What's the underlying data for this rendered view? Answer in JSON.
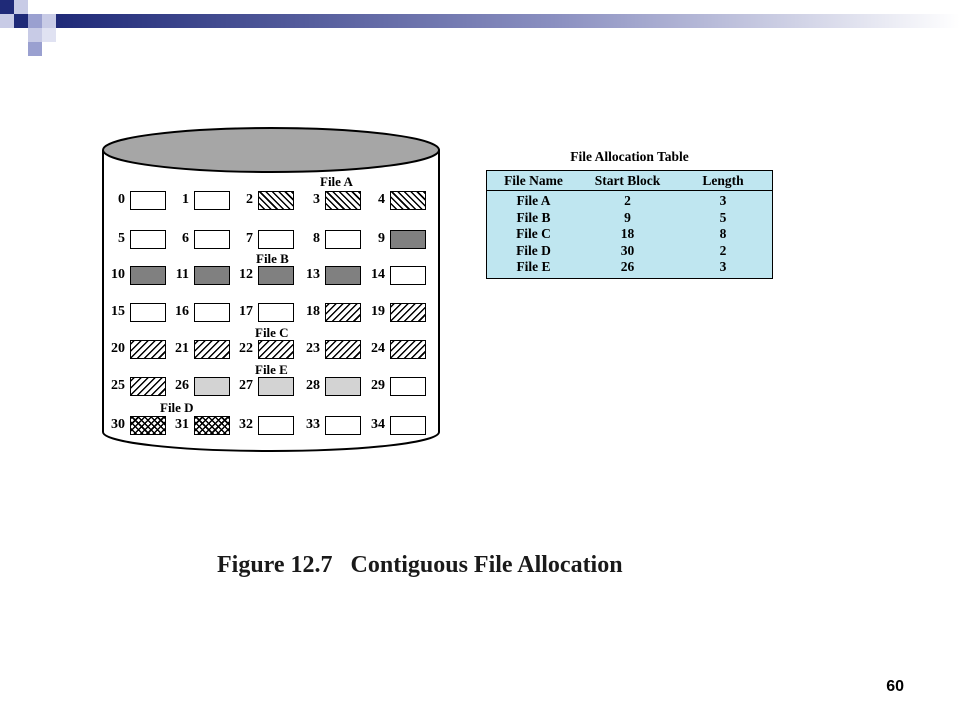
{
  "disk": {
    "blocks": [
      {
        "n": "0",
        "fill": "empty"
      },
      {
        "n": "1",
        "fill": "empty"
      },
      {
        "n": "2",
        "fill": "hatchA"
      },
      {
        "n": "3",
        "fill": "hatchA"
      },
      {
        "n": "4",
        "fill": "hatchA"
      },
      {
        "n": "5",
        "fill": "empty"
      },
      {
        "n": "6",
        "fill": "empty"
      },
      {
        "n": "7",
        "fill": "empty"
      },
      {
        "n": "8",
        "fill": "empty"
      },
      {
        "n": "9",
        "fill": "dark"
      },
      {
        "n": "10",
        "fill": "dark"
      },
      {
        "n": "11",
        "fill": "dark"
      },
      {
        "n": "12",
        "fill": "dark"
      },
      {
        "n": "13",
        "fill": "dark"
      },
      {
        "n": "14",
        "fill": "empty"
      },
      {
        "n": "15",
        "fill": "empty"
      },
      {
        "n": "16",
        "fill": "empty"
      },
      {
        "n": "17",
        "fill": "empty"
      },
      {
        "n": "18",
        "fill": "hatchC"
      },
      {
        "n": "19",
        "fill": "hatchC"
      },
      {
        "n": "20",
        "fill": "hatchC"
      },
      {
        "n": "21",
        "fill": "hatchC"
      },
      {
        "n": "22",
        "fill": "hatchC"
      },
      {
        "n": "23",
        "fill": "hatchC"
      },
      {
        "n": "24",
        "fill": "hatchC"
      },
      {
        "n": "25",
        "fill": "hatchC"
      },
      {
        "n": "26",
        "fill": "light"
      },
      {
        "n": "27",
        "fill": "light"
      },
      {
        "n": "28",
        "fill": "light"
      },
      {
        "n": "29",
        "fill": "empty"
      },
      {
        "n": "30",
        "fill": "cross"
      },
      {
        "n": "31",
        "fill": "cross"
      },
      {
        "n": "32",
        "fill": "empty"
      },
      {
        "n": "33",
        "fill": "empty"
      },
      {
        "n": "34",
        "fill": "empty"
      }
    ],
    "labels": {
      "file_a": "File A",
      "file_b": "File B",
      "file_c": "File C",
      "file_e": "File E",
      "file_d": "File D"
    }
  },
  "table": {
    "title": "File Allocation Table",
    "headers": [
      "File Name",
      "Start Block",
      "Length"
    ],
    "rows": [
      [
        "File A",
        "2",
        "3"
      ],
      [
        "File B",
        "9",
        "5"
      ],
      [
        "File C",
        "18",
        "8"
      ],
      [
        "File D",
        "30",
        "2"
      ],
      [
        "File E",
        "26",
        "3"
      ]
    ]
  },
  "caption": "Figure 12.7   Contiguous File Allocation",
  "page_number": "60",
  "colors": {
    "table_bg": "#bfe6f0",
    "disk_top": "#a6a6a6",
    "allocated_dark": "#808080",
    "allocated_light": "#d3d3d3",
    "deco_navy": "#1f2a78"
  }
}
